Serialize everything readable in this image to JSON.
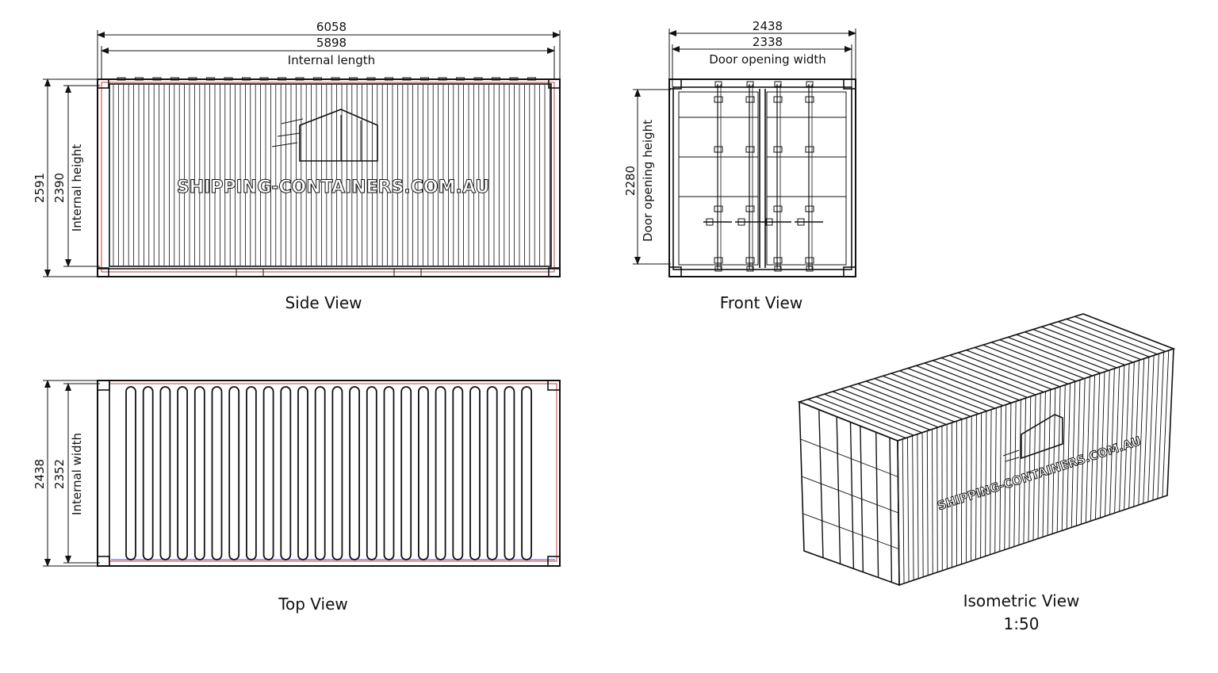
{
  "side_view": {
    "caption": "Side View",
    "overall_length": "6058",
    "internal_length": "5898",
    "internal_length_label": "Internal length",
    "overall_height": "2591",
    "internal_height": "2390",
    "internal_height_label": "Internal height",
    "logo_text": "SHIPPING-CONTAINERS.COM.AU"
  },
  "front_view": {
    "caption": "Front View",
    "overall_width": "2438",
    "door_opening_width": "2338",
    "door_opening_width_label": "Door opening width",
    "door_opening_height": "2280",
    "door_opening_height_label": "Door opening height"
  },
  "top_view": {
    "caption": "Top View",
    "overall_width": "2438",
    "internal_width": "2352",
    "internal_width_label": "Internal width"
  },
  "isometric_view": {
    "caption": "Isometric View",
    "scale": "1:50",
    "logo_text": "SHIPPING-CONTAINERS.COM.AU"
  }
}
